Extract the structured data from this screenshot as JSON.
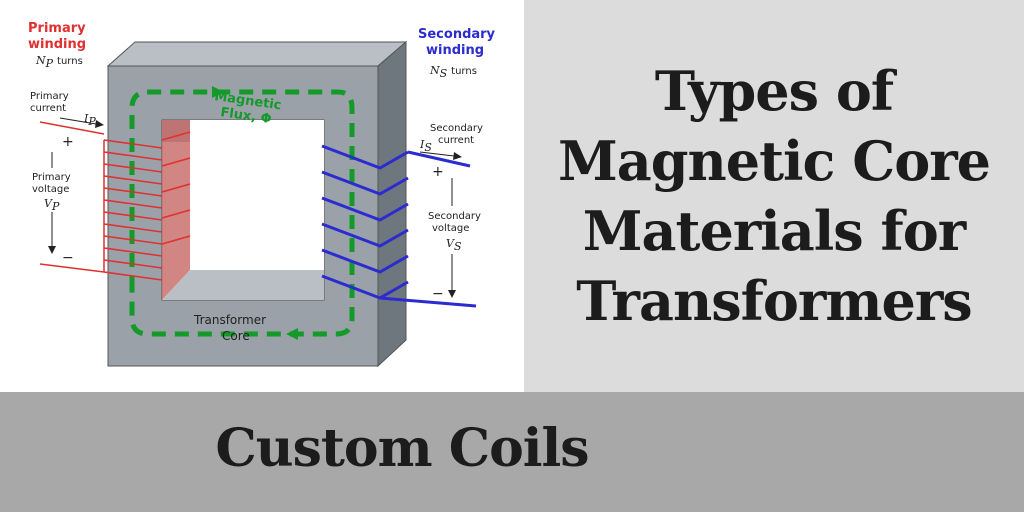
{
  "diagram": {
    "primary_winding_line1": "Primary",
    "primary_winding_line2": "winding",
    "primary_turns": "N",
    "primary_turns_sub": "P",
    "primary_turns_word": "turns",
    "primary_current_line1": "Primary",
    "primary_current_line2": "current",
    "primary_current_symbol": "I",
    "primary_current_sub": "P",
    "primary_voltage_line1": "Primary",
    "primary_voltage_line2": "voltage",
    "primary_voltage_symbol": "V",
    "primary_voltage_sub": "P",
    "plus": "+",
    "minus": "−",
    "secondary_winding_line1": "Secondary",
    "secondary_winding_line2": "winding",
    "secondary_turns": "N",
    "secondary_turns_sub": "S",
    "secondary_turns_word": "turns",
    "secondary_current_line1": "Secondary",
    "secondary_current_line2": "current",
    "secondary_current_symbol": "I",
    "secondary_current_sub": "S",
    "secondary_voltage_line1": "Secondary",
    "secondary_voltage_line2": "voltage",
    "secondary_voltage_symbol": "V",
    "secondary_voltage_sub": "S",
    "flux_line1": "Magnetic",
    "flux_line2": "Flux, Φ",
    "core_line1": "Transformer",
    "core_line2": "Core"
  },
  "title_lines": [
    "Types of",
    "Magnetic Core",
    "Materials for",
    "Transformers"
  ],
  "footer_text": "Custom Coils",
  "colors": {
    "primary": "#e03030",
    "secondary": "#2b2bd0",
    "flux": "#139a29",
    "core_front": "#9aa1a8",
    "core_top": "#b9bfc5",
    "core_side": "#6f777e",
    "title_bg": "#dcdcdc",
    "footer_bg": "#a8a8a8"
  }
}
